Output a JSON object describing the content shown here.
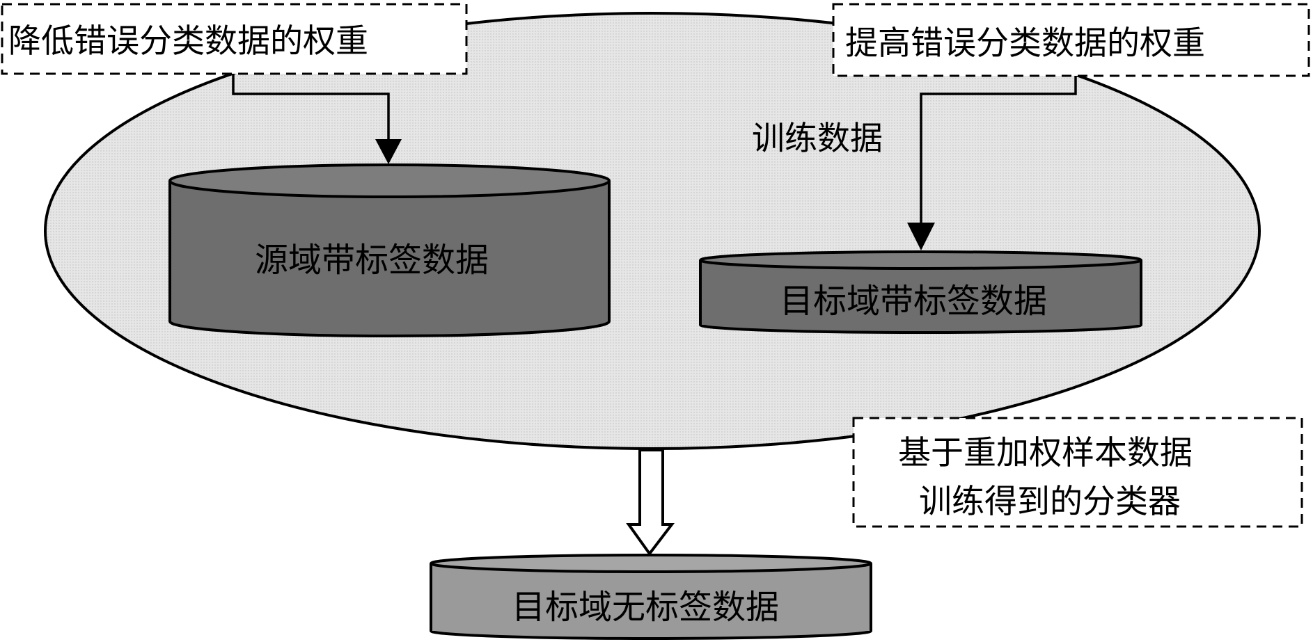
{
  "boxes": {
    "decrease": "降低错误分类数据的权重",
    "increase": "提高错误分类数据的权重",
    "classifier_line1": "基于重加权样本数据",
    "classifier_line2": "训练得到的分类器"
  },
  "labels": {
    "training_data": "训练数据"
  },
  "databases": {
    "source_labeled": "源域带标签数据",
    "target_labeled": "目标域带标签数据",
    "target_unlabeled": "目标域无标签数据"
  },
  "colors": {
    "ellipse_fill": "#e3e3e3",
    "db_dark": "#6e6e6e",
    "db_dark_top": "#7d7d7d",
    "db_light": "#9a9a9a",
    "stroke": "#000000"
  }
}
